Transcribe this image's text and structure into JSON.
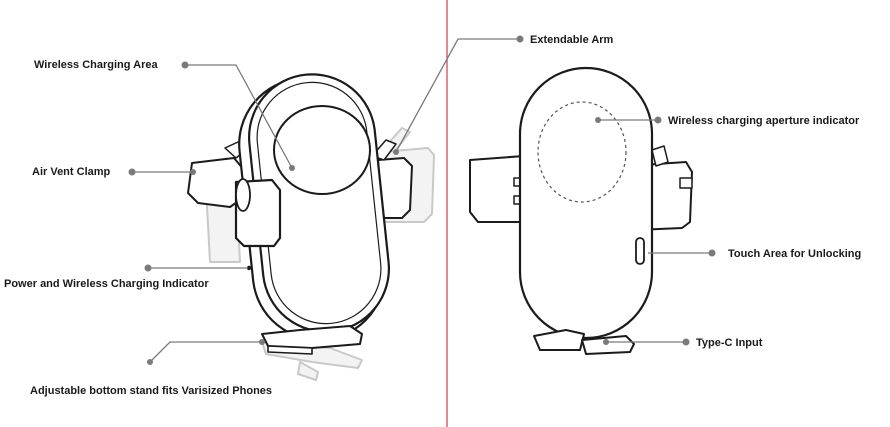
{
  "labels": {
    "wireless_charging_area": "Wireless Charging Area",
    "air_vent_clamp": "Air Vent Clamp",
    "power_indicator": "Power and Wireless Charging Indicator",
    "bottom_stand": "Adjustable bottom stand fits Varisized Phones",
    "extendable_arm": "Extendable Arm",
    "aperture_indicator": "Wireless charging aperture indicator",
    "touch_area": "Touch Area for Unlocking",
    "type_c_input": "Type-C Input"
  },
  "colors": {
    "line_art": "#1b1b1b",
    "leader_line": "#7a7a7a",
    "ghost_art": "#c9c9c9",
    "divider": "#d63a4a",
    "text": "#1a1a1a"
  }
}
